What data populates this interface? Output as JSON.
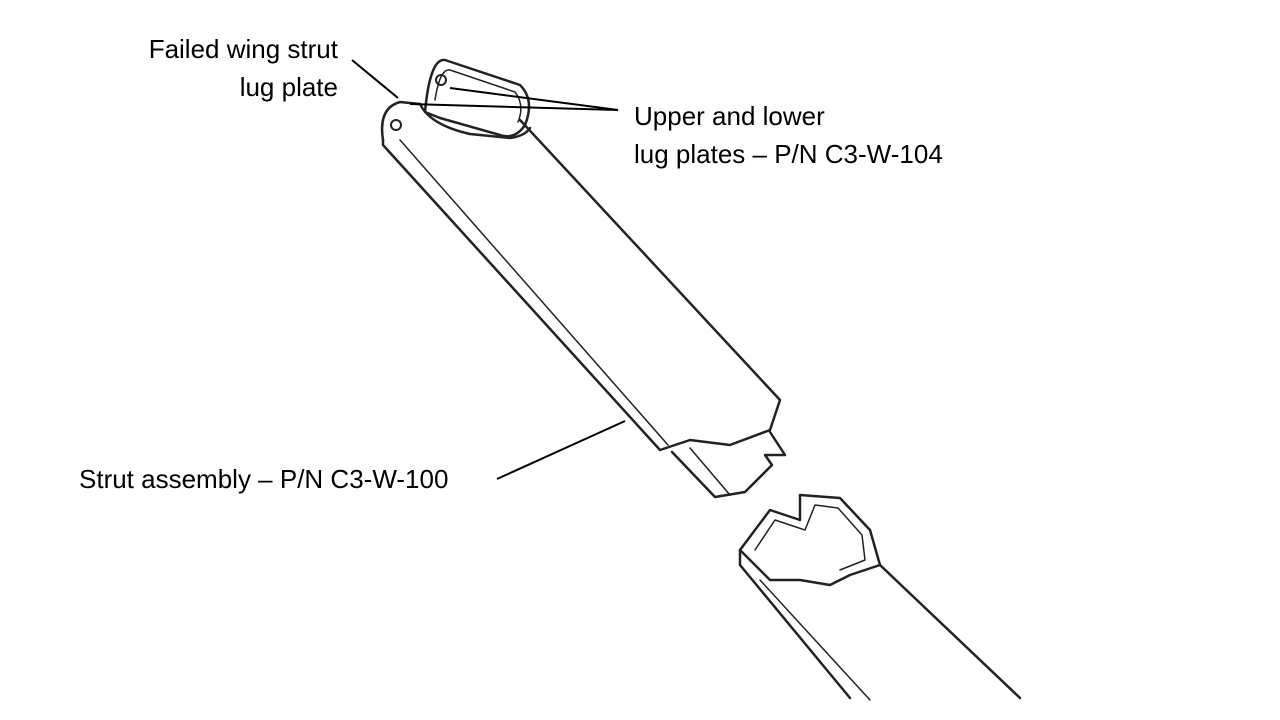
{
  "labels": {
    "failed_lug_line1": "Failed wing strut",
    "failed_lug_line2": "lug plate",
    "upper_lower_line1": "Upper and lower",
    "upper_lower_line2": "lug plates – P/N C3-W-104",
    "strut_assembly": "Strut assembly – P/N C3-W-100"
  }
}
